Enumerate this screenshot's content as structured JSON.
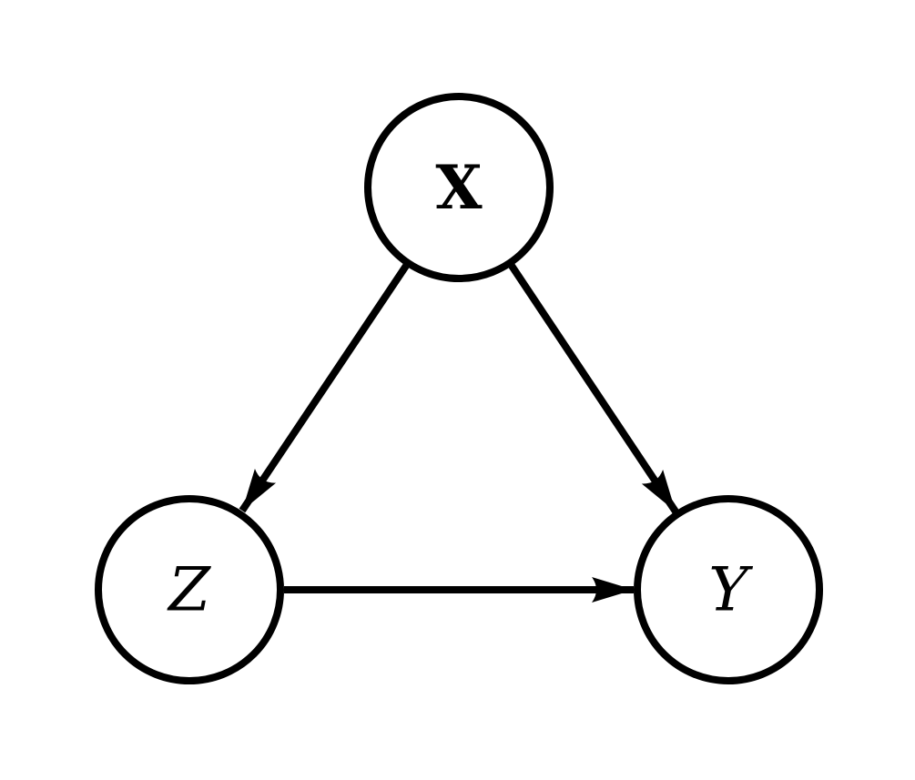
{
  "figure": {
    "type": "directed-graph",
    "background_color": "#ffffff",
    "stroke_color": "#000000",
    "node_fill_color": "#ffffff",
    "nodes": [
      {
        "id": "X",
        "label": "X",
        "text_style": "bold-serif",
        "position": "top-center"
      },
      {
        "id": "Z",
        "label": "Z",
        "text_style": "italic-serif",
        "position": "bottom-left"
      },
      {
        "id": "Y",
        "label": "Y",
        "text_style": "italic-serif",
        "position": "bottom-right"
      }
    ],
    "edges": [
      {
        "from": "X",
        "to": "Z",
        "arrow": "solid-triangle"
      },
      {
        "from": "X",
        "to": "Y",
        "arrow": "solid-triangle"
      },
      {
        "from": "Z",
        "to": "Y",
        "arrow": "solid-triangle"
      }
    ]
  }
}
